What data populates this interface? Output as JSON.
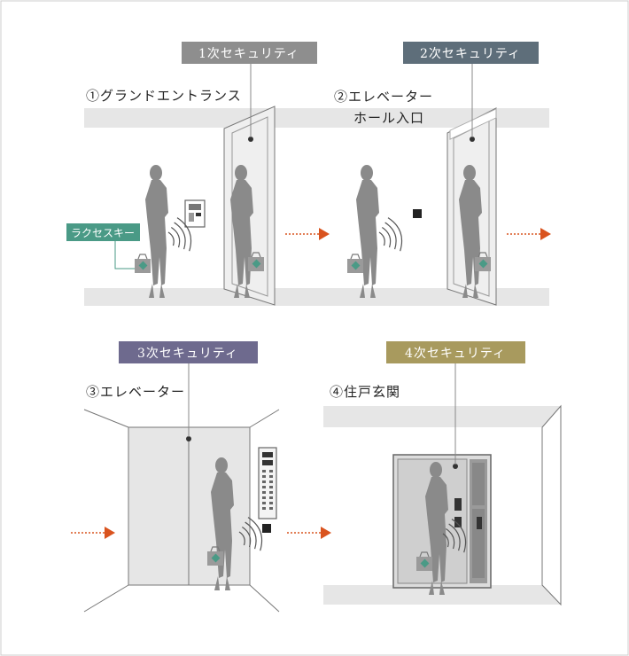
{
  "security_levels": [
    {
      "label": "1次セキュリティ",
      "color": "#8e8e8e"
    },
    {
      "label": "2次セキュリティ",
      "color": "#5e6e7a"
    },
    {
      "label": "3次セキュリティ",
      "color": "#6e6a8e"
    },
    {
      "label": "4次セキュリティ",
      "color": "#a89a5e"
    }
  ],
  "steps": [
    {
      "label": "①グランドエントランス"
    },
    {
      "label": "②エレベーター"
    },
    {
      "label": "ホール入口"
    },
    {
      "label": "③エレベーター"
    },
    {
      "label": "④住戸玄関"
    }
  ],
  "key_label": "ラクセスキー",
  "key_color": "#4a9a86",
  "arrow_color": "#d9531e",
  "icons": [
    "person-silhouette-icon",
    "bag-icon",
    "card-key-icon",
    "signal-waves-icon",
    "intercom-panel-icon",
    "card-reader-icon",
    "elevator-panel-icon",
    "arrow-right-icon"
  ]
}
